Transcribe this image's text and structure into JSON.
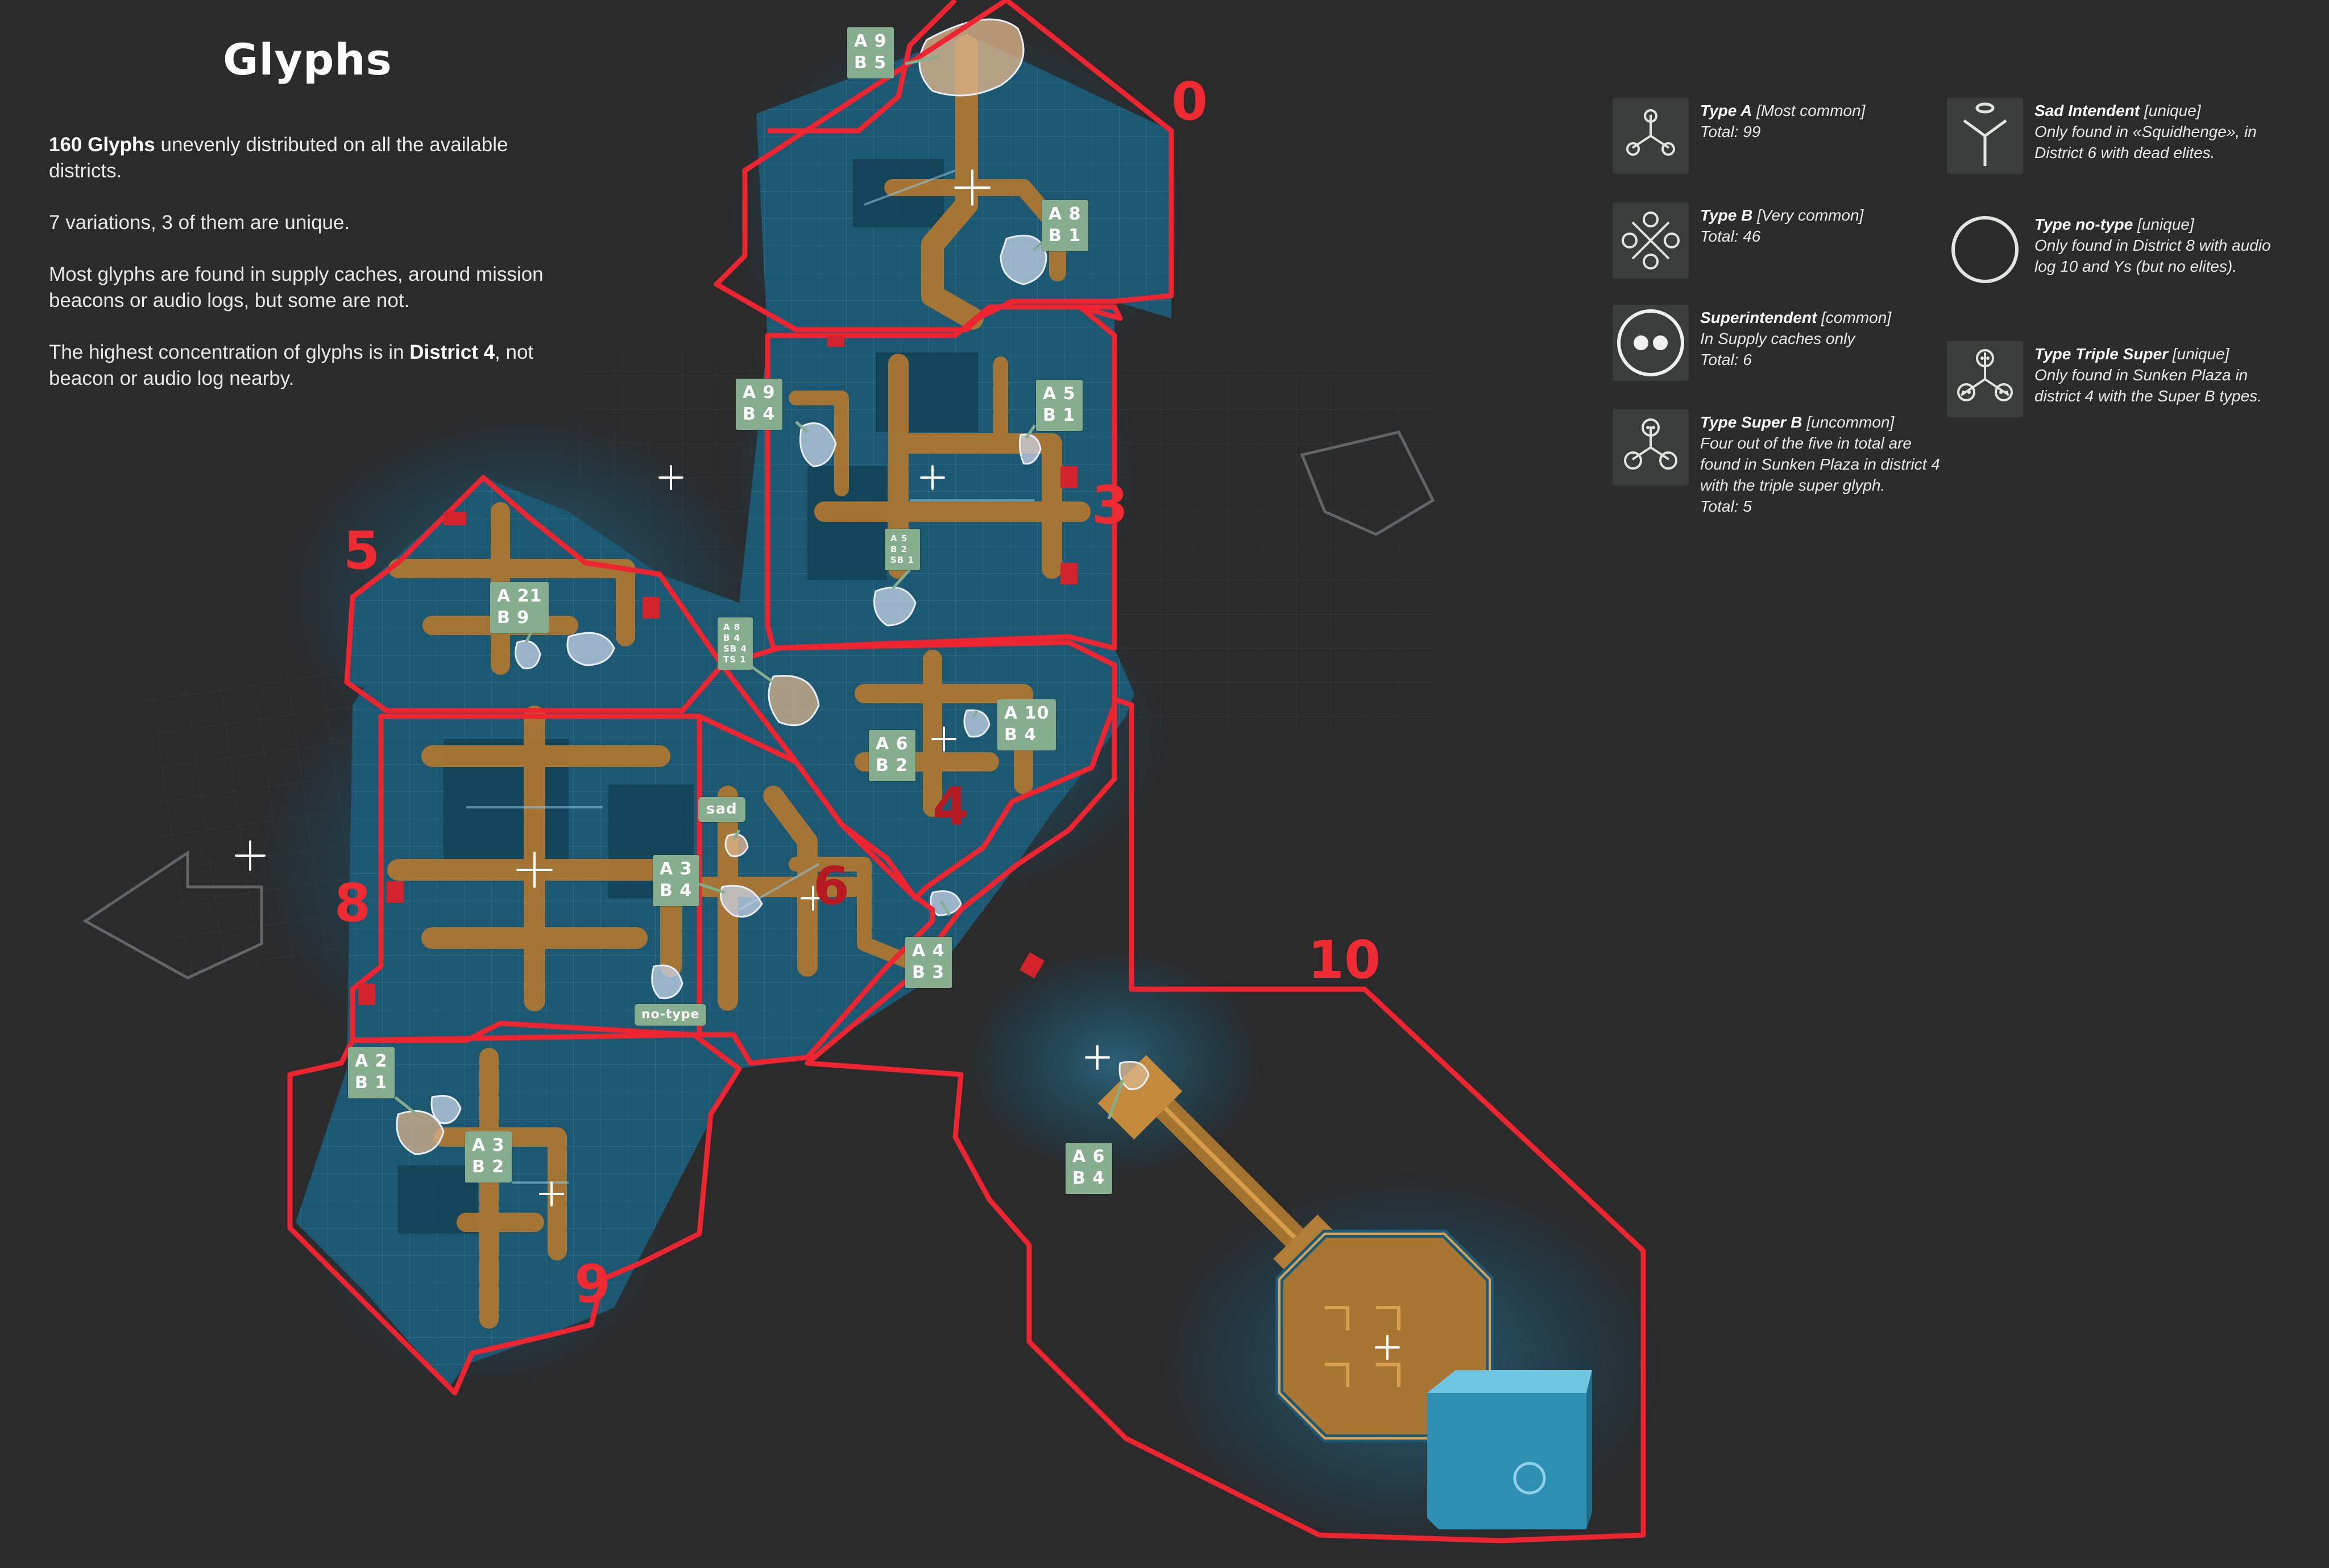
{
  "title": "Glyphs",
  "intro": {
    "p1_bold": "160 Glyphs",
    "p1_rest": " unevenly distributed on all the available districts.",
    "p2": "7 variations, 3 of them are unique.",
    "p3": "Most glyphs are found in supply caches, around mission beacons or audio logs, but some are not.",
    "p4_start": "The highest concentration of glyphs is in ",
    "p4_bold": "District 4",
    "p4_end": ", not beacon or audio log nearby."
  },
  "legend": [
    {
      "name": "Type A",
      "tag": " [Most common]",
      "lines": [
        "Total: 99"
      ],
      "icon": "type-a-glyph-icon"
    },
    {
      "name": "Type B",
      "tag": " [Very common]",
      "lines": [
        "Total: 46"
      ],
      "icon": "type-b-glyph-icon"
    },
    {
      "name": "Superintendent",
      "tag": " [common]",
      "lines": [
        "In Supply caches only",
        "Total: 6"
      ],
      "icon": "superintendent-glyph-icon"
    },
    {
      "name": "Type Super B",
      "tag": " [uncommon]",
      "lines": [
        "Four out of the five in total are found in Sunken Plaza in district 4 with the triple super glyph.",
        "Total: 5"
      ],
      "icon": "super-b-glyph-icon"
    },
    {
      "name": "Sad Intendent",
      "tag": " [unique]",
      "lines": [
        "Only found in «Squidhenge», in District 6 with dead elites."
      ],
      "icon": "sad-intendent-glyph-icon"
    },
    {
      "name": "Type no-type",
      "tag": " [unique]",
      "lines": [
        "Only found in District 8 with audio log 10 and Ys (but no elites)."
      ],
      "icon": "no-type-glyph-icon"
    },
    {
      "name": "Type Triple Super",
      "tag": " [unique]",
      "lines": [
        "Only found in Sunken Plaza in district 4 with the Super B types."
      ],
      "icon": "triple-super-glyph-icon"
    }
  ],
  "districts": [
    {
      "label": "0"
    },
    {
      "label": "3"
    },
    {
      "label": "5"
    },
    {
      "label": "4"
    },
    {
      "label": "6"
    },
    {
      "label": "8"
    },
    {
      "label": "10"
    },
    {
      "label": "9"
    }
  ],
  "badges": [
    {
      "lines": [
        "A 9",
        "B 5"
      ]
    },
    {
      "lines": [
        "A 8",
        "B 1"
      ]
    },
    {
      "lines": [
        "A 9",
        "B 4"
      ]
    },
    {
      "lines": [
        "A 5",
        "B 1"
      ]
    },
    {
      "lines": [
        "A 5",
        "B 2",
        "SB 1"
      ]
    },
    {
      "lines": [
        "A 21",
        "B 9"
      ]
    },
    {
      "lines": [
        "A 8",
        "B 4",
        "SB 4",
        "TS 1"
      ]
    },
    {
      "lines": [
        "A 10",
        "B 4"
      ]
    },
    {
      "lines": [
        "A 6",
        "B 2"
      ]
    },
    {
      "lines": [
        "sad"
      ]
    },
    {
      "lines": [
        "A 3",
        "B 4"
      ]
    },
    {
      "lines": [
        "A 4",
        "B 3"
      ]
    },
    {
      "lines": [
        "no-type"
      ]
    },
    {
      "lines": [
        "A 2",
        "B 1"
      ]
    },
    {
      "lines": [
        "A 3",
        "B 2"
      ]
    },
    {
      "lines": [
        "A 6",
        "B 4"
      ]
    }
  ],
  "colors": {
    "background": "#2b2b2c",
    "district_border": "#ec2530",
    "district_label": "#ee2a33",
    "badge": "#86ad8e",
    "floor_blue": "#1f5b74",
    "walkway_orange": "#b07a34",
    "glyph_highlight": "#c9d6ea"
  }
}
